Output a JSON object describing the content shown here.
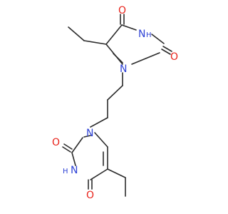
{
  "atoms": {
    "top": {
      "O_upper": {
        "label": "O",
        "color": "#e8221a"
      },
      "NH": {
        "label": "N",
        "sub": "H",
        "color": "#2f43d6"
      },
      "O_right": {
        "label": "O",
        "color": "#e8221a"
      },
      "N": {
        "label": "N",
        "color": "#2f43d6"
      }
    },
    "bottom": {
      "N": {
        "label": "N",
        "color": "#2f43d6"
      },
      "O_left": {
        "label": "O",
        "color": "#e8221a"
      },
      "NH": {
        "label": "N",
        "sub": "H",
        "color": "#2f43d6"
      },
      "O_lower": {
        "label": "O",
        "color": "#e8221a"
      }
    }
  }
}
